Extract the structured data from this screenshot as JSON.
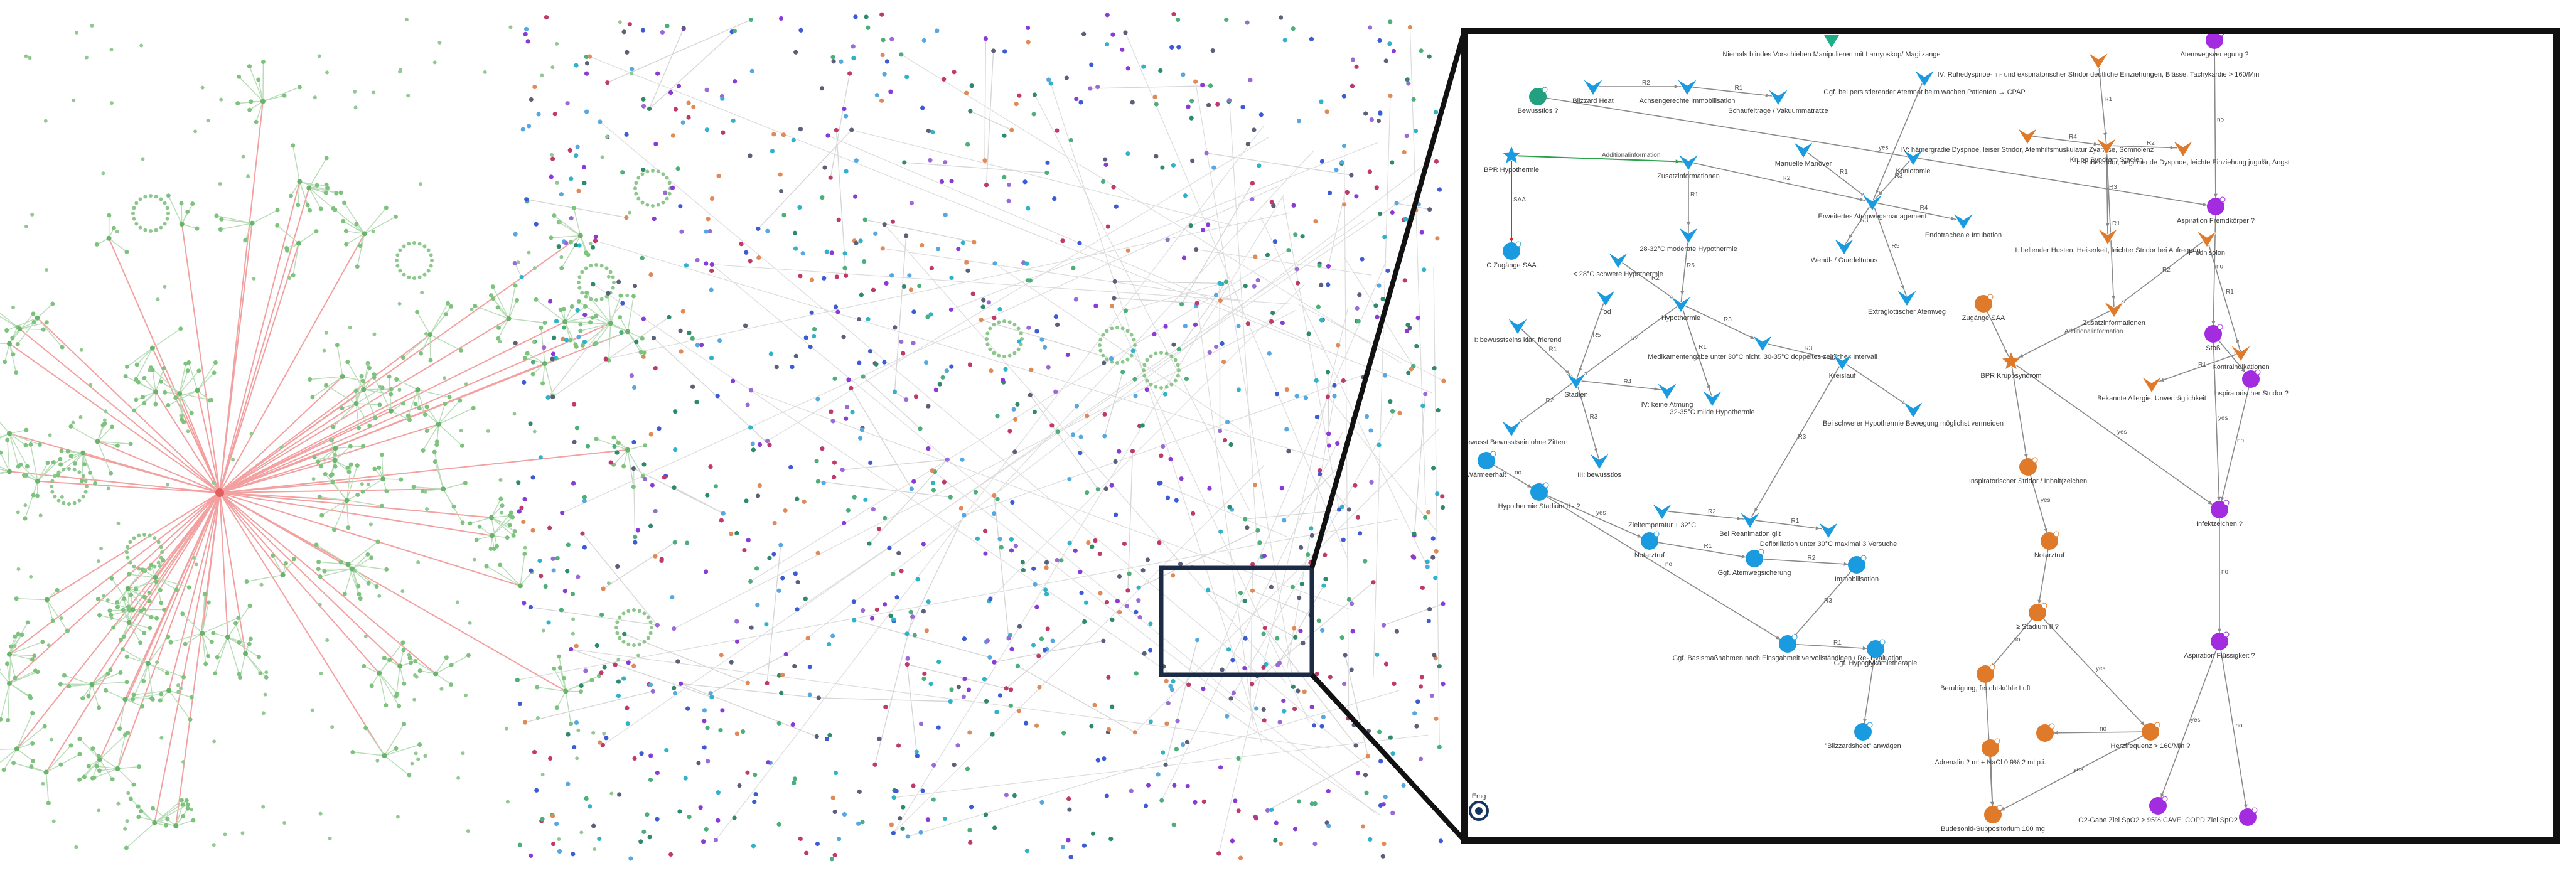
{
  "zoom": {
    "nodes": [
      {
        "id": "n1",
        "kind": "dot",
        "color": "#22a080",
        "label": "Bewusstlos ?"
      },
      {
        "id": "n2",
        "kind": "cheq",
        "label": "Blizzard Heat"
      },
      {
        "id": "n3",
        "kind": "cheq",
        "label": "Achsengerechte Immobilisation"
      },
      {
        "id": "n4",
        "kind": "cheq",
        "label": "Schaufeltrage / Vakuummatratze"
      },
      {
        "id": "n5",
        "kind": "tri",
        "color": "#1fae85",
        "label": "Niemals blindes Vorschieben Manipulieren mit Larnyoskop/ Magilzange"
      },
      {
        "id": "n6",
        "kind": "cheq",
        "label": "Ggf. bei persistierender Atemnot beim wachen Patienten → CPAP"
      },
      {
        "id": "n7",
        "kind": "cheq-orange",
        "label": "IV: Ruhedyspnoe- in- und exspiratorischer Stridor deutliche Einziehungen, Blässe, Tachykardie > 160/Min"
      },
      {
        "id": "n8",
        "kind": "dot",
        "color": "#a32be0",
        "label": "Atemwegsverlegung ?"
      },
      {
        "id": "n9",
        "kind": "star",
        "label": "BPR Hypothermie"
      },
      {
        "id": "n10",
        "kind": "cheq",
        "label": "Zusatzinformationen"
      },
      {
        "id": "n11",
        "kind": "cheq",
        "label": "Manuelle Manöver"
      },
      {
        "id": "n12",
        "kind": "cheq",
        "label": "Koniotomie"
      },
      {
        "id": "n13",
        "kind": "cheq-orange",
        "label": "IV: hämergradie Dyspnoe, leiser Stridor, Atemhilfsmuskulatur Zyanose, Somnolenz"
      },
      {
        "id": "n14",
        "kind": "cheq-orange",
        "label": "Krupp Syndrom Stadien"
      },
      {
        "id": "n15",
        "kind": "cheq-orange",
        "label": "I: Ruhestridor, beginnende Dyspnoe, leichte Einziehung jugulär, Angst"
      },
      {
        "id": "n16",
        "kind": "dot",
        "color": "#a32be0",
        "label": "Aspiration Fremdkörper ?"
      },
      {
        "id": "n17",
        "kind": "dot",
        "color": "#1a9be0",
        "label": "C Zugänge SAA"
      },
      {
        "id": "n18",
        "kind": "cheq",
        "label": "28-32°C moderate Hypothermie"
      },
      {
        "id": "n19",
        "kind": "cheq",
        "label": "Erweitertes Atemwegsmanagement"
      },
      {
        "id": "n20",
        "kind": "cheq",
        "label": "Endotracheale Intubation"
      },
      {
        "id": "n21",
        "kind": "cheq",
        "label": "Wendl- / Guedeltubus"
      },
      {
        "id": "n22",
        "kind": "cheq-orange",
        "label": "I: bellender Husten, Heiserkeit, leichter Stridor bei Aufregung"
      },
      {
        "id": "n23",
        "kind": "cheq-orange",
        "label": "Prednisolon"
      },
      {
        "id": "n24",
        "kind": "cheq",
        "label": "< 28°C schwere Hypothermie"
      },
      {
        "id": "n25",
        "kind": "cheq",
        "label": "Tod"
      },
      {
        "id": "n26",
        "kind": "cheq",
        "label": "Hypothermie"
      },
      {
        "id": "n27",
        "kind": "cheq",
        "label": "Extraglottischer Atemweg"
      },
      {
        "id": "n28",
        "kind": "dot",
        "color": "#e07a2b",
        "label": "Zugänge SAA"
      },
      {
        "id": "n29",
        "kind": "cheq-orange",
        "label": "Zusatzinformationen"
      },
      {
        "id": "n30",
        "kind": "cheq",
        "label": "I: bewusstseins klar, frierend"
      },
      {
        "id": "n31",
        "kind": "cheq",
        "label": "Medikamentengabe unter 30°C nicht, 30-35°C doppeltes zeitliches Intervall"
      },
      {
        "id": "n32",
        "kind": "star-orange",
        "label": "BPR Kruppsyndrom"
      },
      {
        "id": "n33",
        "kind": "dot",
        "color": "#a32be0",
        "label": "Stoß"
      },
      {
        "id": "n34",
        "kind": "cheq",
        "label": "Stadien"
      },
      {
        "id": "n35",
        "kind": "cheq",
        "label": "IV: keine Atmung"
      },
      {
        "id": "n36",
        "kind": "cheq",
        "label": "32-35°C milde Hypothermie"
      },
      {
        "id": "n37",
        "kind": "cheq",
        "label": "Kreislauf"
      },
      {
        "id": "n38",
        "kind": "cheq-orange",
        "label": "Kontraindikationen"
      },
      {
        "id": "n39",
        "kind": "cheq-orange",
        "label": "Bekannte Allergie, Unverträglichkeit"
      },
      {
        "id": "n40",
        "kind": "dot",
        "color": "#a32be0",
        "label": "Inspiratorischer Stridor ?"
      },
      {
        "id": "n41",
        "kind": "cheq",
        "label": "II: bewusst Bewusstsein ohne Zittern"
      },
      {
        "id": "n42",
        "kind": "cheq",
        "label": "Bei schwerer Hypothermie Bewegung möglichst vermeiden"
      },
      {
        "id": "n43",
        "kind": "dot",
        "color": "#1a9be0",
        "label": "Wärmeerhalt"
      },
      {
        "id": "n44",
        "kind": "cheq",
        "label": "III: bewusstlos"
      },
      {
        "id": "n45",
        "kind": "dot",
        "color": "#e07a2b",
        "label": "Inspiratorischer Stridor / Inhalt(zeichen"
      },
      {
        "id": "n46",
        "kind": "dot",
        "color": "#1a9be0",
        "label": "Hypothermie Stadium II - ?"
      },
      {
        "id": "n47",
        "kind": "cheq",
        "label": "Zieltemperatur + 32°C"
      },
      {
        "id": "n48",
        "kind": "cheq",
        "label": "Bei Reanimation gilt"
      },
      {
        "id": "n49",
        "kind": "cheq",
        "label": "Defibrillation unter 30°C maximal 3 Versuche"
      },
      {
        "id": "n50",
        "kind": "dot",
        "color": "#a32be0",
        "label": "Infektzeichen ?"
      },
      {
        "id": "n51",
        "kind": "dot",
        "color": "#1a9be0",
        "label": "Notarztruf"
      },
      {
        "id": "n52",
        "kind": "dot",
        "color": "#1a9be0",
        "label": "Ggf. Atemwegsicherung"
      },
      {
        "id": "n53",
        "kind": "dot",
        "color": "#1a9be0",
        "label": "Immobilisation"
      },
      {
        "id": "n54",
        "kind": "dot",
        "color": "#e07a2b",
        "label": "Notarztruf"
      },
      {
        "id": "n55",
        "kind": "dot",
        "color": "#e07a2b",
        "label": "≥ Stadium II ?"
      },
      {
        "id": "n56",
        "kind": "dot",
        "color": "#1a9be0",
        "label": "Ggf. Basismaßnahmen nach Einsgabmeit vervollständigen / Re- Evaluation"
      },
      {
        "id": "n57",
        "kind": "dot",
        "color": "#1a9be0",
        "label": "Ggf. Hypoglykämietherapie"
      },
      {
        "id": "n58",
        "kind": "dot",
        "color": "#a32be0",
        "label": "Aspiration Flüssigkeit ?"
      },
      {
        "id": "n59",
        "kind": "dot",
        "color": "#e07a2b",
        "label": "Beruhigung, feucht-kühle Luft"
      },
      {
        "id": "n60",
        "kind": "dot",
        "color": "#e07a2b",
        "label": "Herzfrequenz > 160/Min ?"
      },
      {
        "id": "n61",
        "kind": "dot",
        "color": "#e07a2b",
        "label": ""
      },
      {
        "id": "n62",
        "kind": "dot",
        "color": "#1a9be0",
        "label": "\"Blizzardsheet\" anwägen"
      },
      {
        "id": "n63",
        "kind": "dot",
        "color": "#e07a2b",
        "label": "Adrenalin 2 ml + NaCl 0,9% 2 ml p.i."
      },
      {
        "id": "n64",
        "kind": "dot",
        "color": "#a32be0",
        "label": "O2-Gabe Ziel SpO2 > 95% CAVE: COPD Ziel SpO2"
      },
      {
        "id": "n65",
        "kind": "dot",
        "color": "#e07a2b",
        "label": "Budesonid-Suppositorium 100 mg"
      },
      {
        "id": "n66",
        "kind": "dot",
        "color": "#a32be0",
        "label": ""
      },
      {
        "id": "n67",
        "kind": "ring",
        "color": "#17345e",
        "label": "Emg"
      }
    ],
    "edges": [
      {
        "from": "n2",
        "to": "n3",
        "label": "R2"
      },
      {
        "from": "n3",
        "to": "n4",
        "label": "R1"
      },
      {
        "from": "n9",
        "to": "n10",
        "label": "Additionalinformation"
      },
      {
        "from": "n9",
        "to": "n17",
        "label": "SAA"
      },
      {
        "from": "n10",
        "to": "n19",
        "label": "R2"
      },
      {
        "from": "n10",
        "to": "n18",
        "label": "R1"
      },
      {
        "from": "n11",
        "to": "n19",
        "label": "R1"
      },
      {
        "from": "n12",
        "to": "n19",
        "label": "R3"
      },
      {
        "from": "n19",
        "to": "n20",
        "label": "R4"
      },
      {
        "from": "n19",
        "to": "n21",
        "label": "R3"
      },
      {
        "from": "n19",
        "to": "n27",
        "label": "R5"
      },
      {
        "from": "n6",
        "to": "n19",
        "label": ""
      },
      {
        "from": "n13",
        "to": "n14",
        "label": "R4"
      },
      {
        "from": "n14",
        "to": "n15",
        "label": "R2"
      },
      {
        "from": "n7",
        "to": "n14",
        "label": "R1"
      },
      {
        "from": "n14",
        "to": "n22",
        "label": "R3"
      },
      {
        "from": "n14",
        "to": "n29",
        "label": "R1"
      },
      {
        "from": "n29",
        "to": "n32",
        "label": "Additionalinformation"
      },
      {
        "from": "n23",
        "to": "n29",
        "label": "R2"
      },
      {
        "from": "n23",
        "to": "n38",
        "label": "R1"
      },
      {
        "from": "n38",
        "to": "n39",
        "label": "R1"
      },
      {
        "from": "n28",
        "to": "n32",
        "label": ""
      },
      {
        "from": "n18",
        "to": "n26",
        "label": "R5"
      },
      {
        "from": "n24",
        "to": "n26",
        "label": "R2"
      },
      {
        "from": "n26",
        "to": "n34",
        "label": "R2"
      },
      {
        "from": "n26",
        "to": "n31",
        "label": "R3"
      },
      {
        "from": "n31",
        "to": "n37",
        "label": "R3"
      },
      {
        "from": "n37",
        "to": "n42",
        "label": ""
      },
      {
        "from": "n37",
        "to": "n48",
        "label": "R3"
      },
      {
        "from": "n26",
        "to": "n36",
        "label": "R1"
      },
      {
        "from": "n25",
        "to": "n34",
        "label": "R5"
      },
      {
        "from": "n30",
        "to": "n34",
        "label": "R1"
      },
      {
        "from": "n34",
        "to": "n35",
        "label": "R4"
      },
      {
        "from": "n34",
        "to": "n41",
        "label": "R2"
      },
      {
        "from": "n34",
        "to": "n44",
        "label": "R3"
      },
      {
        "from": "n47",
        "to": "n48",
        "label": "R2"
      },
      {
        "from": "n48",
        "to": "n49",
        "label": "R1"
      },
      {
        "from": "n43",
        "to": "n46",
        "label": "no"
      },
      {
        "from": "n46",
        "to": "n51",
        "label": "yes"
      },
      {
        "from": "n46",
        "to": "n56",
        "label": "no"
      },
      {
        "from": "n51",
        "to": "n52",
        "label": "R1"
      },
      {
        "from": "n52",
        "to": "n53",
        "label": "R2"
      },
      {
        "from": "n53",
        "to": "n56",
        "label": "R3"
      },
      {
        "from": "n56",
        "to": "n57",
        "label": "R1"
      },
      {
        "from": "n57",
        "to": "n62",
        "label": ""
      },
      {
        "from": "n32",
        "to": "n45",
        "label": ""
      },
      {
        "from": "n45",
        "to": "n54",
        "label": "yes"
      },
      {
        "from": "n54",
        "to": "n55",
        "label": ""
      },
      {
        "from": "n55",
        "to": "n59",
        "label": "no"
      },
      {
        "from": "n55",
        "to": "n60",
        "label": "yes"
      },
      {
        "from": "n60",
        "to": "n61",
        "label": "no"
      },
      {
        "from": "n60",
        "to": "n65",
        "label": "yes"
      },
      {
        "from": "n59",
        "to": "n65",
        "label": ""
      },
      {
        "from": "n63",
        "to": "n65",
        "label": ""
      },
      {
        "from": "n8",
        "to": "n16",
        "label": "no"
      },
      {
        "from": "n1",
        "to": "n16",
        "label": "yes"
      },
      {
        "from": "n16",
        "to": "n33",
        "label": "no"
      },
      {
        "from": "n33",
        "to": "n40",
        "label": "R1"
      },
      {
        "from": "n33",
        "to": "n50",
        "label": "yes"
      },
      {
        "from": "n40",
        "to": "n50",
        "label": "no"
      },
      {
        "from": "n32",
        "to": "n50",
        "label": "yes"
      },
      {
        "from": "n50",
        "to": "n58",
        "label": "no"
      },
      {
        "from": "n58",
        "to": "n64",
        "label": "yes"
      },
      {
        "from": "n58",
        "to": "n66",
        "label": "no"
      }
    ]
  }
}
